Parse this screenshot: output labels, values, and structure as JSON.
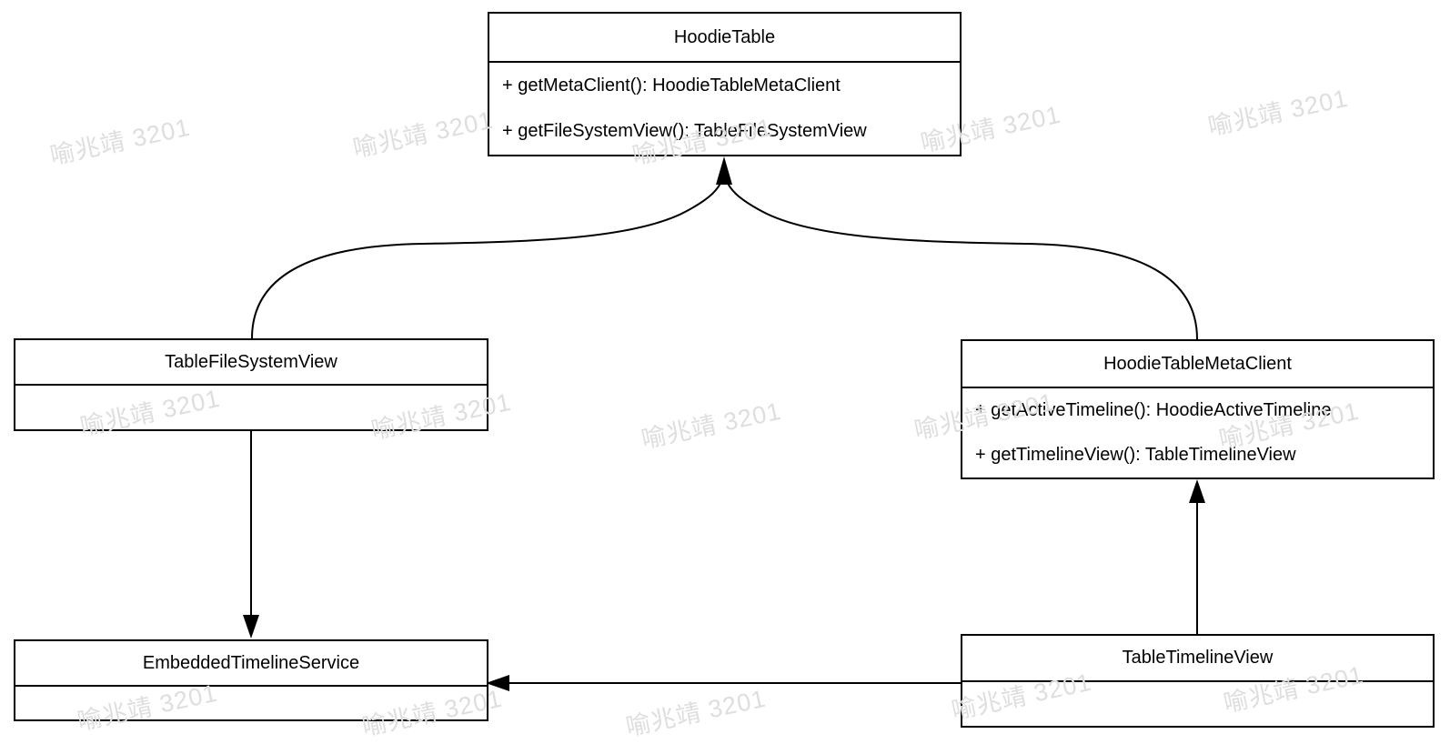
{
  "watermark": {
    "text": "喻兆靖 3201",
    "color": "#dedede"
  },
  "diagram": {
    "background": "#ffffff",
    "line_color": "#000000",
    "classes": [
      {
        "name": "HoodieTable",
        "methods": [
          "+ getMetaClient(): HoodieTableMetaClient",
          "+ getFileSystemView(): TableFileSystemView"
        ]
      },
      {
        "name": "TableFileSystemView",
        "methods": []
      },
      {
        "name": "HoodieTableMetaClient",
        "methods": [
          "+ getActiveTimeline(): HoodieActiveTimeline",
          "+ getTimelineView(): TableTimelineView"
        ]
      },
      {
        "name": "EmbeddedTimelineService",
        "methods": []
      },
      {
        "name": "TableTimelineView",
        "methods": []
      }
    ],
    "relations": [
      {
        "from": "TableFileSystemView",
        "to": "HoodieTable",
        "style": "curved-arrow"
      },
      {
        "from": "HoodieTableMetaClient",
        "to": "HoodieTable",
        "style": "curved-arrow"
      },
      {
        "from": "TableFileSystemView",
        "to": "EmbeddedTimelineService",
        "style": "straight-arrow"
      },
      {
        "from": "TableTimelineView",
        "to": "HoodieTableMetaClient",
        "style": "straight-arrow"
      },
      {
        "from": "TableTimelineView",
        "to": "EmbeddedTimelineService",
        "style": "straight-arrow"
      }
    ]
  }
}
